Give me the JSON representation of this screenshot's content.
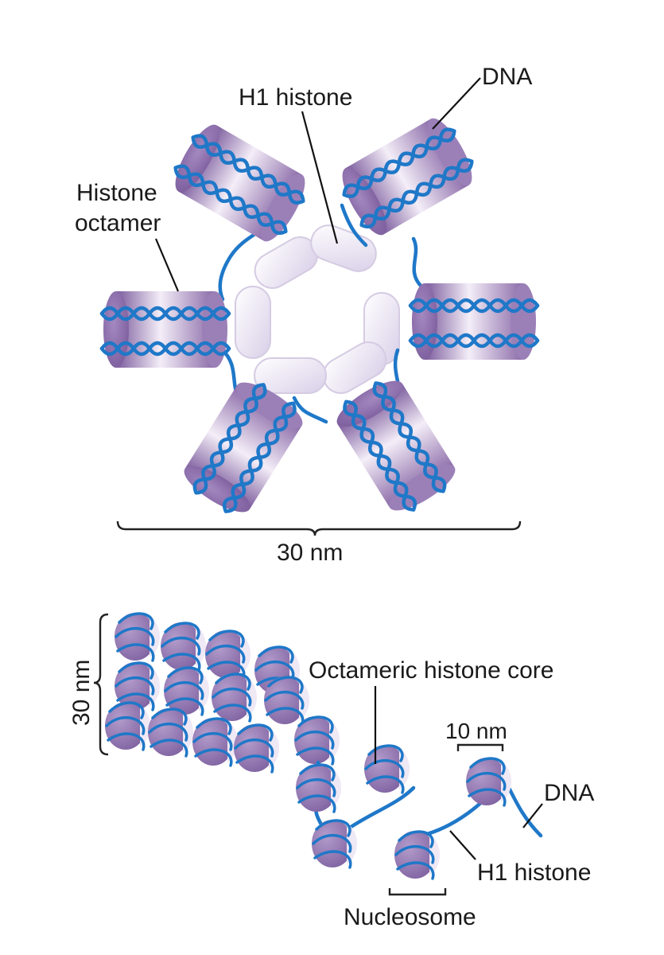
{
  "top_diagram": {
    "labels": {
      "dna": "DNA",
      "h1_histone": "H1 histone",
      "histone_octamer_line1": "Histone",
      "histone_octamer_line2": "octamer",
      "scale": "30 nm"
    }
  },
  "bottom_diagram": {
    "labels": {
      "scale_vertical": "30 nm",
      "octameric_core": "Octameric histone core",
      "scale_10nm": "10 nm",
      "dna": "DNA",
      "h1_histone": "H1 histone",
      "nucleosome": "Nucleosome"
    }
  },
  "colors": {
    "dna_blue": "#1f78c8",
    "histone_purple": "#8a6aa8",
    "h1_lavender": "#e6def0"
  }
}
